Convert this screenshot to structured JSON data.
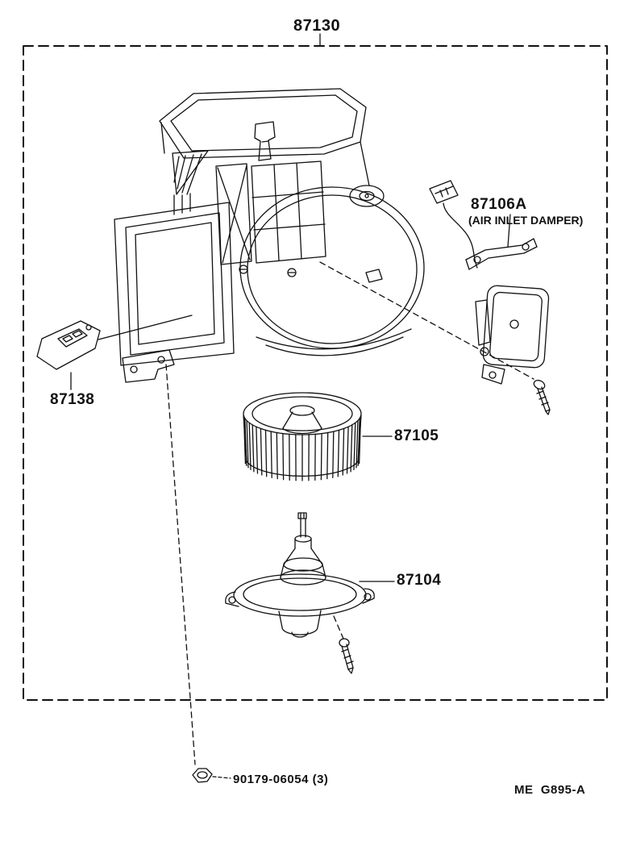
{
  "diagram": {
    "type": "exploded-parts-diagram",
    "subject": "heater blower assembly",
    "colors": {
      "line": "#111111",
      "background": "#ffffff"
    }
  },
  "labels": {
    "main_assembly": "87130",
    "damper_part": "87106A",
    "damper_caption": "(AIR INLET DAMPER)",
    "resistor": "87138",
    "fan": "87105",
    "motor": "87104",
    "nut": "90179-06054 (3)",
    "footer_code": "ME  G895-A"
  }
}
